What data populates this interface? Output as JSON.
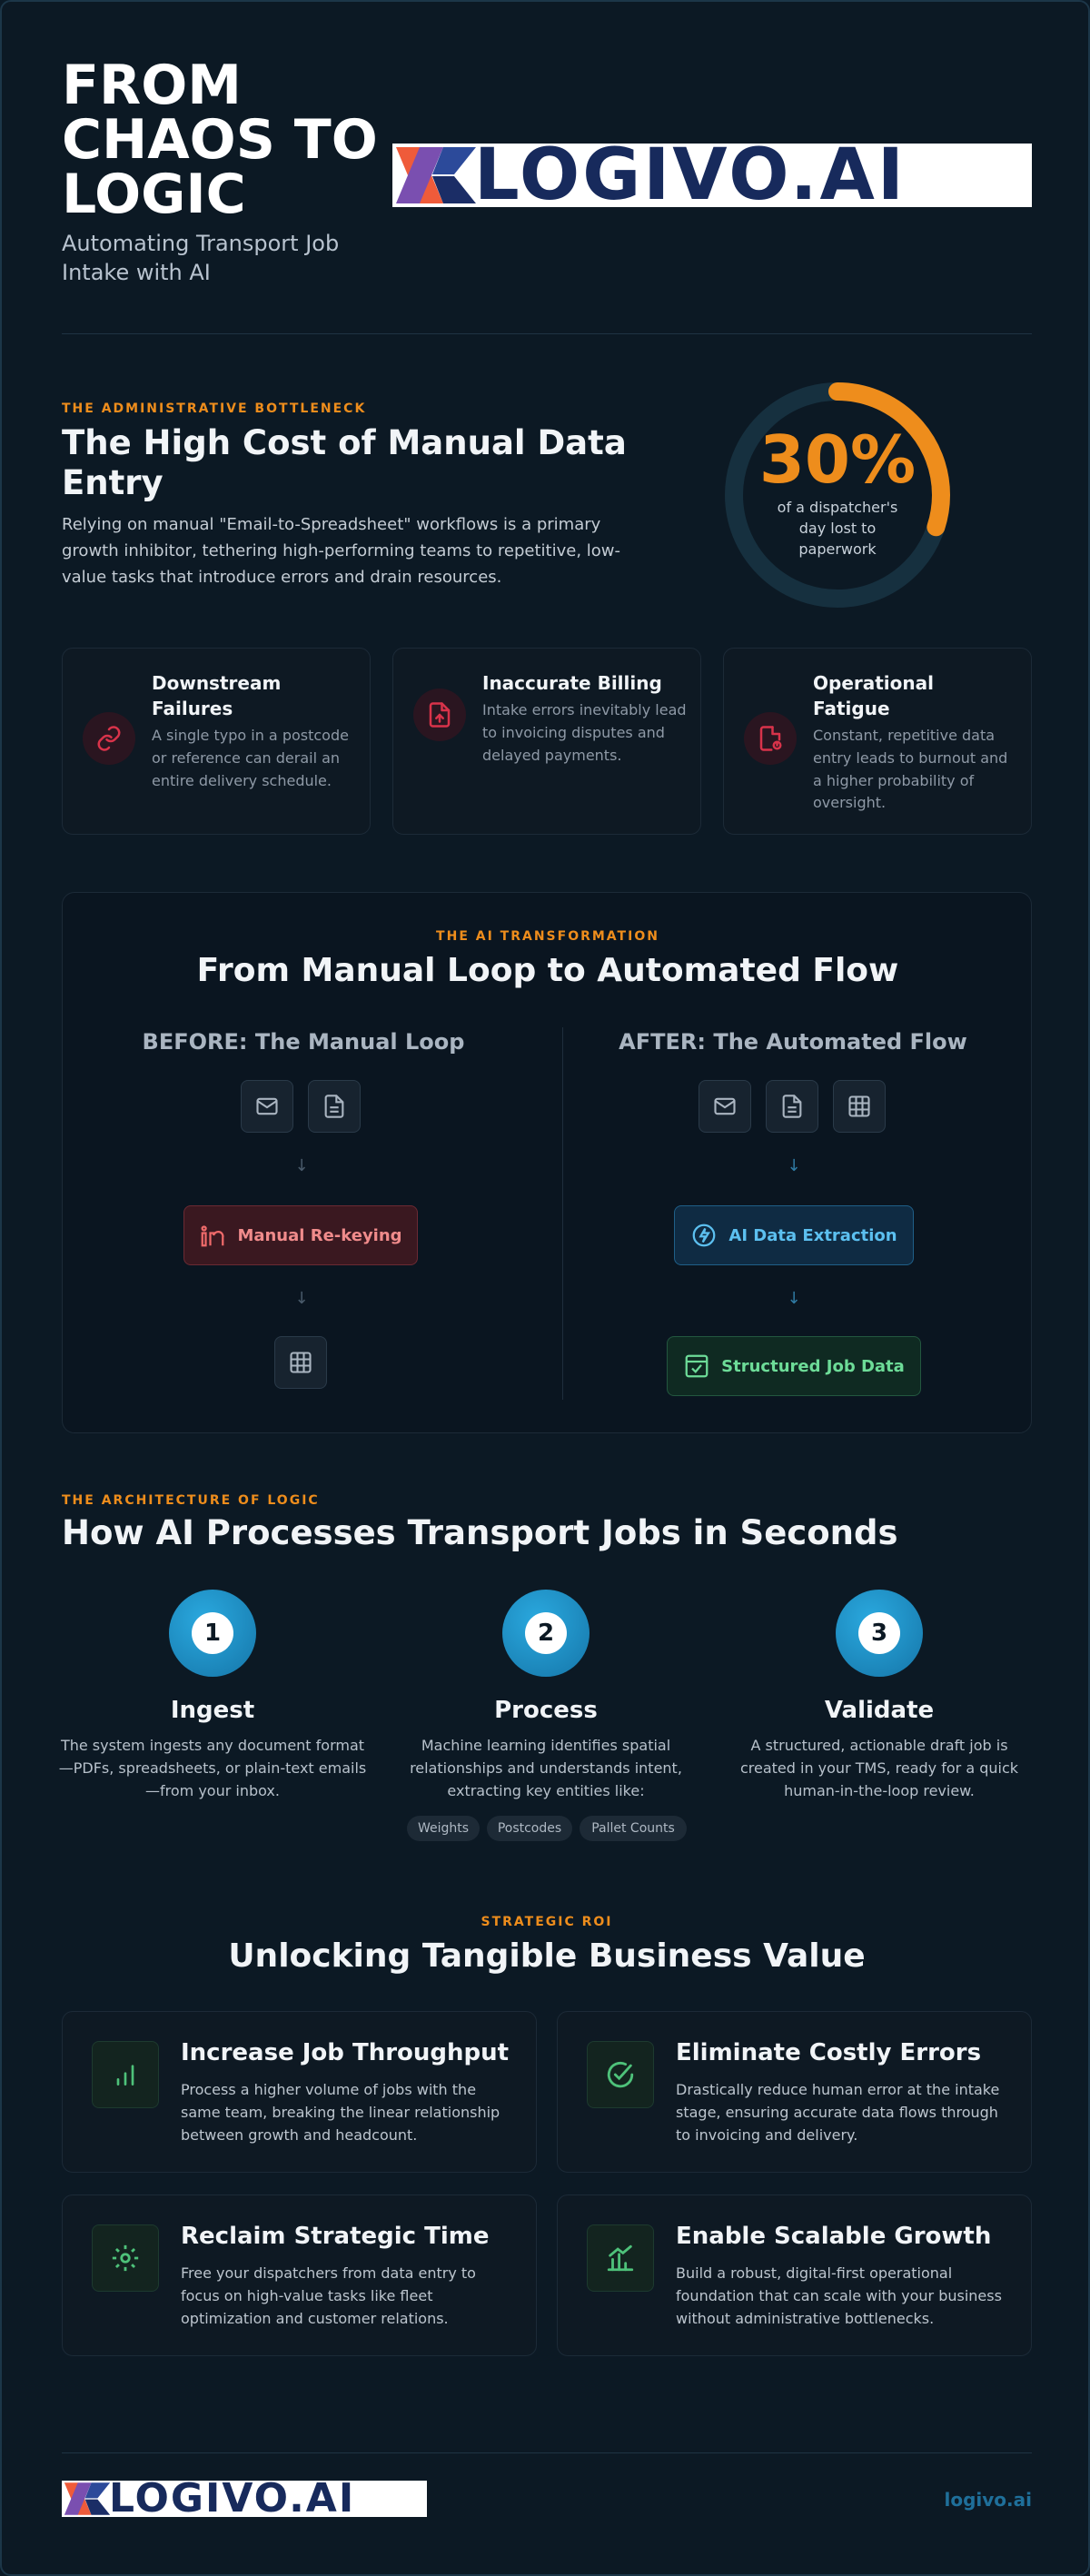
{
  "hero": {
    "title": "FROM CHAOS TO LOGIC",
    "subtitle": "Automating Transport Job Intake with AI",
    "logo_text": "LOGIVO.AI"
  },
  "bottleneck": {
    "eyebrow": "THE ADMINISTRATIVE BOTTLENECK",
    "title": "The High Cost of Manual Data Entry",
    "body": "Relying on manual \"Email-to-Spreadsheet\" workflows is a primary growth inhibitor, tethering high-performing teams to repetitive, low-value tasks that introduce errors and drain resources.",
    "stat_value": "30%",
    "stat_fraction": 0.3,
    "stat_caption": "of a dispatcher's day lost to paperwork",
    "cards": [
      {
        "title": "Downstream Failures",
        "desc": "A single typo in a postcode or reference can derail an entire delivery schedule.",
        "icon": "link-icon"
      },
      {
        "title": "Inaccurate Billing",
        "desc": "Intake errors inevitably lead to invoicing disputes and delayed payments.",
        "icon": "file-upload-icon"
      },
      {
        "title": "Operational Fatigue",
        "desc": "Constant, repetitive data entry leads to burnout and a higher probability of oversight.",
        "icon": "file-alert-icon"
      }
    ]
  },
  "transformation": {
    "eyebrow": "THE AI TRANSFORMATION",
    "title": "From Manual Loop to Automated Flow",
    "before_title": "BEFORE: The Manual Loop",
    "after_title": "AFTER: The Automated Flow",
    "manual_label": "Manual Re-keying",
    "ai_label": "AI Data Extraction",
    "structured_label": "Structured Job Data"
  },
  "architecture": {
    "eyebrow": "THE ARCHITECTURE OF LOGIC",
    "title": "How AI Processes Transport Jobs in Seconds",
    "steps": [
      {
        "number": "1",
        "title": "Ingest",
        "desc": "The system ingests any document format—PDFs, spreadsheets, or plain-text emails—from your inbox."
      },
      {
        "number": "2",
        "title": "Process",
        "desc": "Machine learning identifies spatial relationships and understands intent, extracting key entities like:"
      },
      {
        "number": "3",
        "title": "Validate",
        "desc": "A structured, actionable draft job is created in your TMS, ready for a quick human-in-the-loop review."
      }
    ],
    "tags": [
      "Weights",
      "Postcodes",
      "Pallet Counts"
    ]
  },
  "roi": {
    "eyebrow": "STRATEGIC ROI",
    "title": "Unlocking Tangible Business Value",
    "cards": [
      {
        "title": "Increase Job Throughput",
        "desc": "Process a higher volume of jobs with the same team, breaking the linear relationship between growth and headcount.",
        "icon": "bar-chart-icon"
      },
      {
        "title": "Eliminate Costly Errors",
        "desc": "Drastically reduce human error at the intake stage, ensuring accurate data flows through to invoicing and delivery.",
        "icon": "check-circle-icon"
      },
      {
        "title": "Reclaim Strategic Time",
        "desc": "Free your dispatchers from data entry to focus on high-value tasks like fleet optimization and customer relations.",
        "icon": "gear-icon"
      },
      {
        "title": "Enable Scalable Growth",
        "desc": "Build a robust, digital-first operational foundation that can scale with your business without administrative bottlenecks.",
        "icon": "growth-chart-icon"
      }
    ]
  },
  "footer": {
    "logo_text": "LOGIVO.AI",
    "url": "logivo.ai"
  },
  "colors": {
    "accent": "#ee8d1c",
    "blue": "#2aa9df",
    "green": "#4ec27a",
    "red": "#d8334a",
    "background": "#0c1924"
  }
}
